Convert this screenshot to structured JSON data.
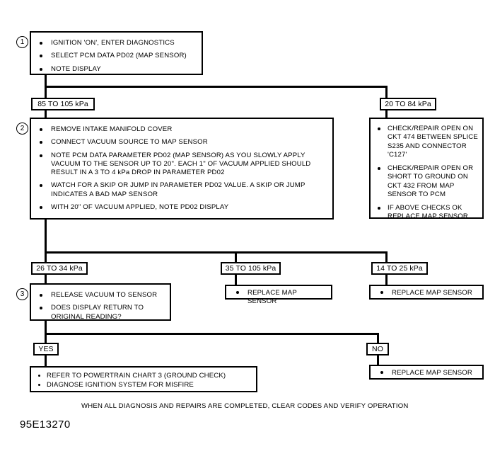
{
  "figure": {
    "code": "95E13270",
    "footer_note": "WHEN ALL DIAGNOSIS AND REPAIRS ARE COMPLETED, CLEAR CODES AND VERIFY OPERATION"
  },
  "steps": {
    "one": {
      "number": "1",
      "items": [
        "IGNITION 'ON', ENTER DIAGNOSTICS",
        "SELECT PCM DATA PD02 (MAP SENSOR)",
        "NOTE DISPLAY"
      ]
    },
    "two": {
      "number": "2",
      "items": [
        "REMOVE INTAKE MANIFOLD COVER",
        "CONNECT VACUUM SOURCE TO MAP SENSOR",
        "NOTE PCM DATA PARAMETER PD02 (MAP SENSOR) AS YOU SLOWLY APPLY VACUUM TO THE SENSOR UP TO 20\". EACH 1\" OF VACUUM APPLIED SHOULD RESULT IN A 3 TO 4 kPa DROP IN PARAMETER PD02",
        "WATCH FOR A SKIP OR JUMP IN PARAMETER PD02 VALUE.  A SKIP OR JUMP INDICATES A BAD MAP SENSOR",
        "WITH 20\" OF VACUUM APPLIED, NOTE PD02 DISPLAY"
      ]
    },
    "three": {
      "number": "3",
      "items": [
        "RELEASE VACUUM TO SENSOR",
        "DOES DISPLAY RETURN TO ORIGINAL READING?"
      ]
    }
  },
  "branch_labels": {
    "pressure_85_105": "85 TO 105 kPa",
    "pressure_20_84": "20 TO 84 kPa",
    "pressure_26_34": "26 TO 34 kPa",
    "pressure_35_105": "35 TO 105 kPa",
    "pressure_14_25": "14 TO 25 kPa",
    "yes": "YES",
    "no": "NO"
  },
  "outcomes": {
    "circuit_check": {
      "items": [
        "CHECK/REPAIR OPEN ON CKT 474 BETWEEN SPLICE S235 AND CONNECTOR 'C127'",
        "CHECK/REPAIR OPEN OR SHORT TO GROUND ON CKT 432 FROM MAP SENSOR TO PCM",
        "IF ABOVE CHECKS OK REPLACE MAP SENSOR"
      ]
    },
    "replace_sensor_middle": {
      "items": [
        "REPLACE MAP SENSOR"
      ]
    },
    "replace_sensor_right": {
      "items": [
        "REPLACE MAP SENSOR"
      ]
    },
    "replace_sensor_no": {
      "items": [
        "REPLACE MAP SENSOR"
      ]
    },
    "yes_result": {
      "items": [
        "REFER TO POWERTRAIN CHART 3 (GROUND CHECK)",
        "DIAGNOSE IGNITION SYSTEM FOR MISFIRE"
      ]
    }
  }
}
